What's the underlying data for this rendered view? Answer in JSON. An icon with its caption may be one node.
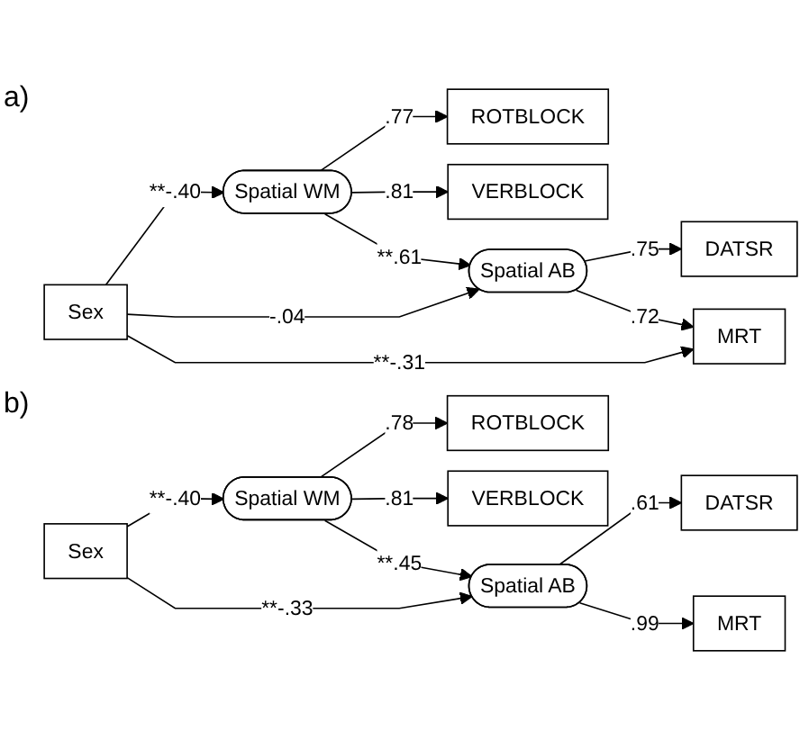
{
  "diagram": {
    "nodes": [
      {
        "text": [
          "ROTBLOCK"
        ]
      },
      {
        "text": [
          "VERBLOCK"
        ]
      },
      {
        "text": [
          "Spatial WM"
        ]
      },
      {
        "text": [
          "DATSR"
        ]
      },
      {
        "text": [
          "Sex"
        ]
      },
      {
        "text": [
          "Spatial AB"
        ]
      },
      {
        "text": [
          "MRT"
        ]
      },
      {
        "text": [
          "ROTBLOCK"
        ]
      },
      {
        "text": [
          "VERBLOCK"
        ]
      },
      {
        "text": [
          "Spatial WM"
        ]
      },
      {
        "text": [
          "DATSR"
        ]
      },
      {
        "text": [
          "Sex"
        ]
      },
      {
        "text": [
          "Spatial AB"
        ]
      },
      {
        "text": [
          "MRT"
        ]
      }
    ],
    "edges": [
      {
        "from": 2,
        "to": 0,
        "arrow": "to",
        "label": ".77"
      },
      {
        "from": 2,
        "to": 1,
        "arrow": "to",
        "label": ".81"
      },
      {
        "from": 4,
        "to": 2,
        "arrow": "to",
        "label": "**-.40"
      },
      {
        "from": 2,
        "to": 5,
        "arrow": "to",
        "label": "**.61"
      },
      {
        "from": 4,
        "to": 5,
        "arrow": "to",
        "label": "-.04"
      },
      {
        "from": 5,
        "to": 3,
        "arrow": "to",
        "label": ".75"
      },
      {
        "from": 5,
        "to": 6,
        "arrow": "to",
        "label": ".72"
      },
      {
        "from": 4,
        "to": 6,
        "arrow": "to",
        "label": "**-.31"
      },
      {
        "from": 9,
        "to": 7,
        "arrow": "to",
        "label": ".78"
      },
      {
        "from": 9,
        "to": 8,
        "arrow": "to",
        "label": ".81"
      },
      {
        "from": 11,
        "to": 9,
        "arrow": "to",
        "label": "**-.40"
      },
      {
        "from": 9,
        "to": 12,
        "arrow": "to",
        "label": "**.45"
      },
      {
        "from": 11,
        "to": 12,
        "arrow": "to",
        "label": "**-.33"
      },
      {
        "from": 12,
        "to": 10,
        "arrow": "to",
        "label": ".61"
      },
      {
        "from": 12,
        "to": 13,
        "arrow": "to",
        "label": ".99"
      }
    ],
    "labels": [
      "a)",
      "b)"
    ]
  }
}
